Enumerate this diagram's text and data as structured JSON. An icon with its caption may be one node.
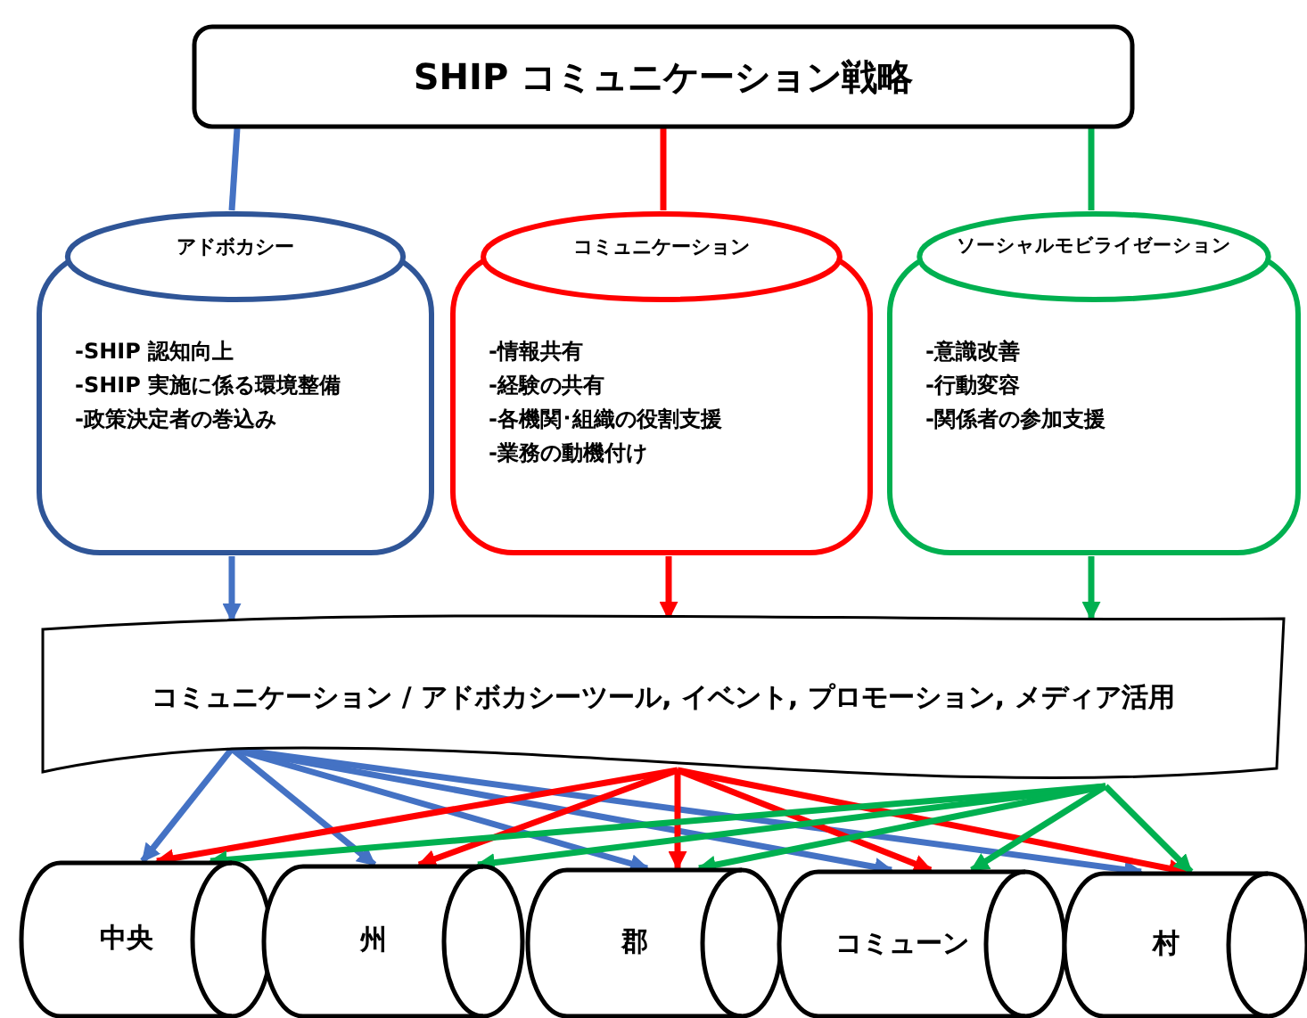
{
  "diagram": {
    "nodes": [
      {
        "text": [
          "SHIP コミュニケーション戦略"
        ]
      },
      {
        "text": [
          "アドボカシー",
          "-SHIP 認知向上",
          "-SHIP 実施に係る環境整備",
          "-政策決定者の巻込み"
        ]
      },
      {
        "text": [
          "コミュニケーション",
          "-情報共有",
          "-経験の共有",
          "-各機関･組織の役割支援",
          "-業務の動機付け"
        ]
      },
      {
        "text": [
          "ソーシャルモビライゼーション",
          "-意識改善",
          "-行動変容",
          "-関係者の参加支援"
        ]
      },
      {
        "text": [
          "コミュニケーション / アドボカシーツール, イベント, プロモーション, メディア活用"
        ]
      },
      {
        "text": [
          "中央"
        ]
      },
      {
        "text": [
          "州"
        ]
      },
      {
        "text": [
          "郡"
        ]
      },
      {
        "text": [
          "コミューン"
        ]
      },
      {
        "text": [
          "村"
        ]
      }
    ],
    "edges": [
      {
        "from": 0,
        "to": 1,
        "arrow": "none",
        "color": "#4472c4"
      },
      {
        "from": 0,
        "to": 2,
        "arrow": "none",
        "color": "#ff0000"
      },
      {
        "from": 0,
        "to": 3,
        "arrow": "none",
        "color": "#00b050"
      },
      {
        "from": 1,
        "to": 4,
        "arrow": "to",
        "color": "#4472c4"
      },
      {
        "from": 2,
        "to": 4,
        "arrow": "to",
        "color": "#ff0000"
      },
      {
        "from": 3,
        "to": 4,
        "arrow": "to",
        "color": "#00b050"
      },
      {
        "from": 4,
        "to": 5,
        "arrow": "to",
        "color": "#4472c4"
      },
      {
        "from": 4,
        "to": 6,
        "arrow": "to",
        "color": "#4472c4"
      },
      {
        "from": 4,
        "to": 7,
        "arrow": "to",
        "color": "#4472c4"
      },
      {
        "from": 4,
        "to": 8,
        "arrow": "to",
        "color": "#4472c4"
      },
      {
        "from": 4,
        "to": 9,
        "arrow": "to",
        "color": "#4472c4"
      },
      {
        "from": 4,
        "to": 5,
        "arrow": "to",
        "color": "#ff0000"
      },
      {
        "from": 4,
        "to": 6,
        "arrow": "to",
        "color": "#ff0000"
      },
      {
        "from": 4,
        "to": 7,
        "arrow": "to",
        "color": "#ff0000"
      },
      {
        "from": 4,
        "to": 8,
        "arrow": "to",
        "color": "#ff0000"
      },
      {
        "from": 4,
        "to": 9,
        "arrow": "to",
        "color": "#ff0000"
      },
      {
        "from": 4,
        "to": 5,
        "arrow": "to",
        "color": "#00b050"
      },
      {
        "from": 4,
        "to": 6,
        "arrow": "to",
        "color": "#00b050"
      },
      {
        "from": 4,
        "to": 7,
        "arrow": "to",
        "color": "#00b050"
      },
      {
        "from": 4,
        "to": 8,
        "arrow": "to",
        "color": "#00b050"
      },
      {
        "from": 4,
        "to": 9,
        "arrow": "to",
        "color": "#00b050"
      }
    ]
  }
}
